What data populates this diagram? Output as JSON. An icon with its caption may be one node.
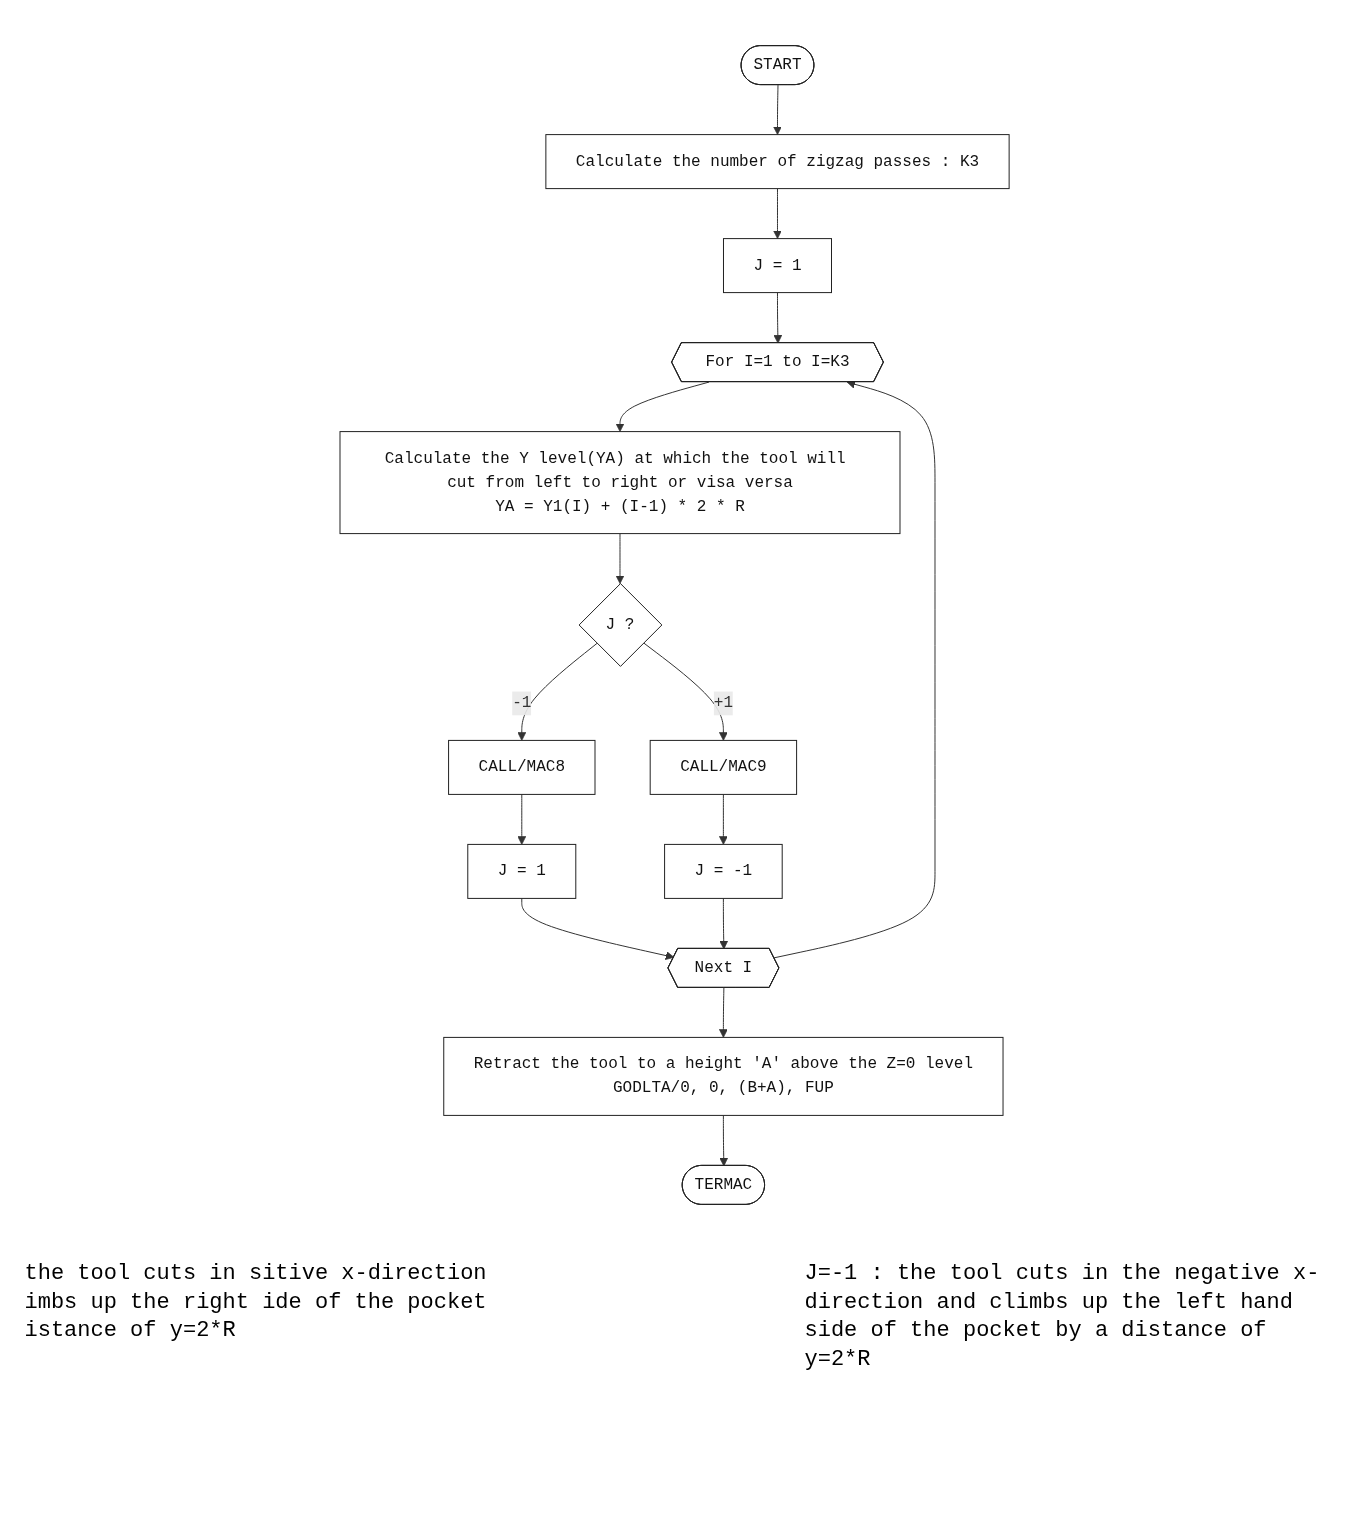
{
  "diagram": {
    "nodes": [
      {
        "text": [
          "START"
        ]
      },
      {
        "text": [
          "Calculate the number of zigzag passes : K3"
        ]
      },
      {
        "text": [
          "J = 1"
        ]
      },
      {
        "text": [
          "For I=1 to I=K3"
        ]
      },
      {
        "text": [
          "Calculate the Y level(YA) at which the tool will cut from left to right or visa versa",
          "YA = Y1(I) + (I-1) * 2 * R"
        ]
      },
      {
        "text": [
          "J ?"
        ]
      },
      {
        "text": [
          "CALL/MAC8"
        ]
      },
      {
        "text": [
          "CALL/MAC9"
        ]
      },
      {
        "text": [
          "J = 1"
        ]
      },
      {
        "text": [
          "J = -1"
        ]
      },
      {
        "text": [
          "Next I"
        ]
      },
      {
        "text": [
          "Retract the tool to a height 'A' above the Z=0 level",
          "GODLTA/0, 0, (B+A), FUP"
        ]
      },
      {
        "text": [
          "TERMAC"
        ]
      }
    ],
    "edges": [
      {
        "from": 0,
        "to": 1,
        "arrow": "to"
      },
      {
        "from": 1,
        "to": 2,
        "arrow": "to"
      },
      {
        "from": 2,
        "to": 3,
        "arrow": "to"
      },
      {
        "from": 3,
        "to": 4,
        "arrow": "to"
      },
      {
        "from": 4,
        "to": 5,
        "arrow": "to"
      },
      {
        "from": 5,
        "to": 6,
        "arrow": "to",
        "label": "-1"
      },
      {
        "from": 5,
        "to": 7,
        "arrow": "to",
        "label": "+1"
      },
      {
        "from": 6,
        "to": 8,
        "arrow": "to"
      },
      {
        "from": 7,
        "to": 9,
        "arrow": "to"
      },
      {
        "from": 8,
        "to": 10,
        "arrow": "to"
      },
      {
        "from": 9,
        "to": 10,
        "arrow": "to"
      },
      {
        "from": 10,
        "to": 3,
        "arrow": "to"
      },
      {
        "from": 10,
        "to": 11,
        "arrow": "to"
      },
      {
        "from": 11,
        "to": 12,
        "arrow": "to"
      }
    ],
    "labels": [
      "the tool cuts in sitive x-direction imbs up the right ide of the pocket istance of y=2*R",
      "J=-1 : the tool cuts in the negative x-direction and climbs up the left hand side of the pocket by a distance of y=2*R"
    ]
  }
}
